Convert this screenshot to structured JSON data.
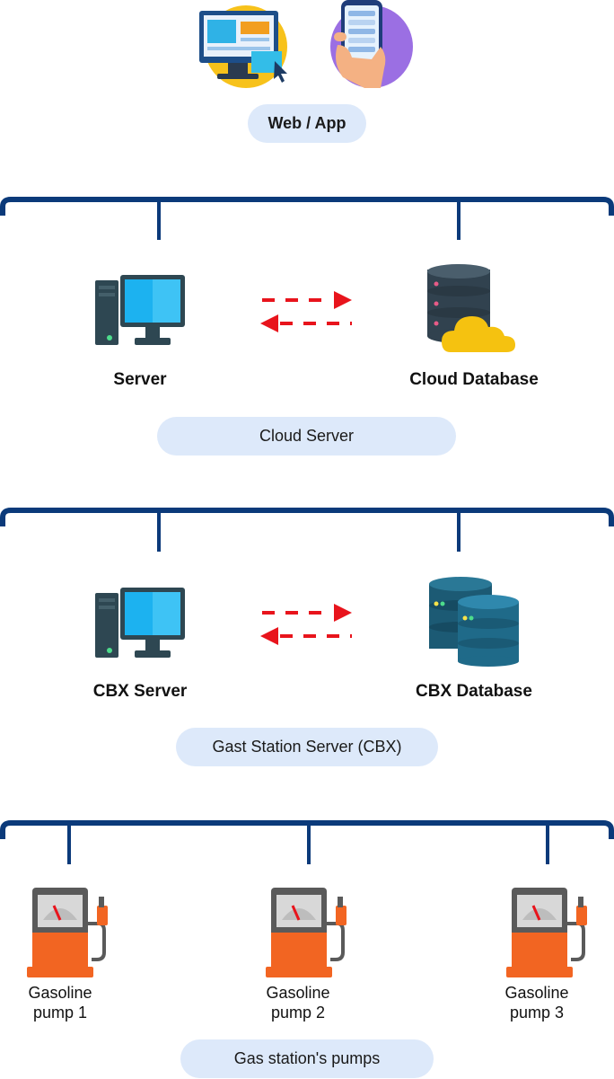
{
  "top": {
    "label": "Web / App"
  },
  "cloud": {
    "left_label": "Server",
    "right_label": "Cloud Database",
    "group_label": "Cloud Server"
  },
  "cbx": {
    "left_label": "CBX Server",
    "right_label": "CBX Database",
    "group_label": "Gast Station Server (CBX)"
  },
  "pumps": {
    "items": [
      {
        "line1": "Gasoline",
        "line2": "pump 1"
      },
      {
        "line1": "Gasoline",
        "line2": "pump 2"
      },
      {
        "line1": "Gasoline",
        "line2": "pump 3"
      }
    ],
    "group_label": "Gas station's pumps"
  },
  "colors": {
    "bracket": "#0b3a7a",
    "arrow": "#e8141c",
    "pill": "#dde9fa"
  }
}
